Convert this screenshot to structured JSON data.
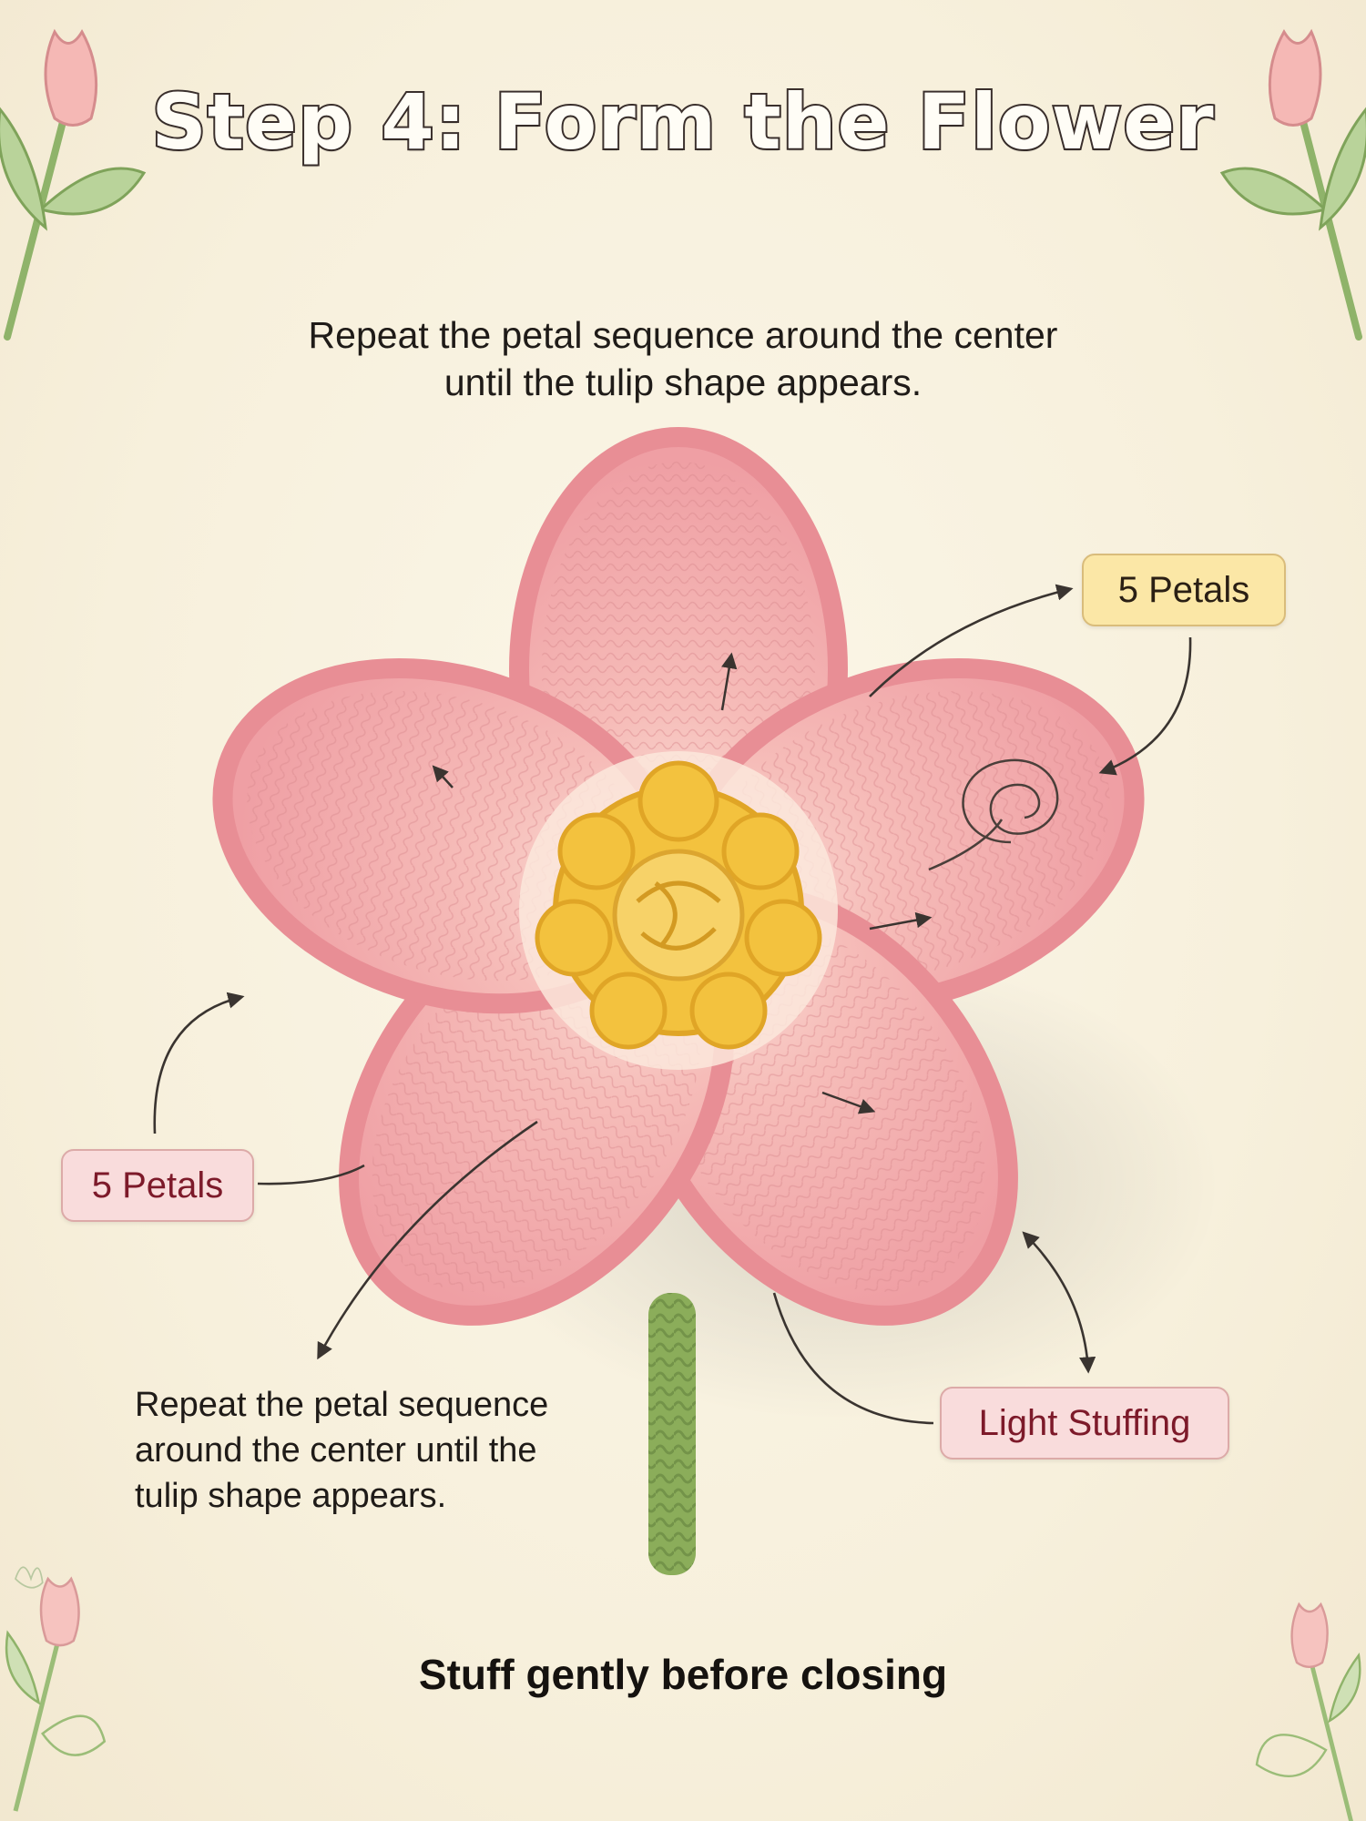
{
  "title": "Step 4: Form the Flower",
  "subtitle_lines": [
    "Repeat the petal sequence around the center",
    "until the tulip shape appears."
  ],
  "callouts": {
    "top_right": "5 Petals",
    "left": "5 Petals",
    "bottom_right": "Light Stuffing"
  },
  "note_lines": [
    "Repeat the petal sequence",
    "around the center until the",
    "tulip shape appears."
  ],
  "footer": "Stuff gently before closing",
  "colors": {
    "petal": "#f1a5a8",
    "petal_inner": "#f7c9c4",
    "center": "#f3c23e",
    "stem": "#8bad5a",
    "badge_yellow": "#fbe7a6",
    "badge_pink": "#f9dcdc",
    "badge_pink_text": "#7d1a2a"
  },
  "icons": [
    "tulip-icon",
    "crochet-flower-illustration",
    "spiral-icon",
    "arrow-icon"
  ]
}
